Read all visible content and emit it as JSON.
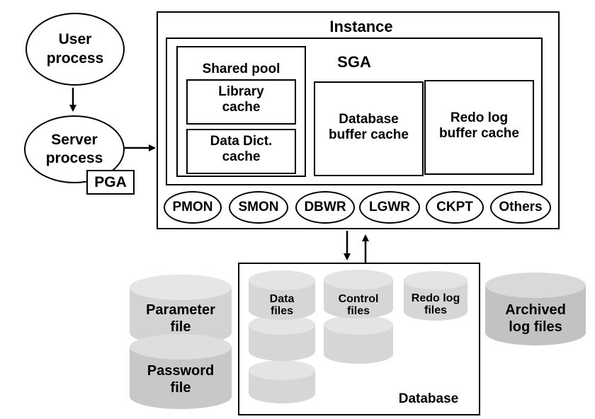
{
  "user_process": {
    "line1": "User",
    "line2": "process"
  },
  "server_process": {
    "line1": "Server",
    "line2": "process"
  },
  "pga": "PGA",
  "instance": {
    "title": "Instance",
    "sga": {
      "title": "SGA",
      "shared_pool": {
        "title": "Shared pool",
        "library_cache": {
          "line1": "Library",
          "line2": "cache"
        },
        "data_dict_cache": {
          "line1": "Data Dict.",
          "line2": "cache"
        }
      },
      "database_buffer_cache": {
        "line1": "Database",
        "line2": "buffer cache"
      },
      "redo_log_buffer_cache": {
        "line1": "Redo log",
        "line2": "buffer cache"
      }
    },
    "background_processes": [
      "PMON",
      "SMON",
      "DBWR",
      "LGWR",
      "CKPT",
      "Others"
    ]
  },
  "database": {
    "title": "Database",
    "data_files": {
      "line1": "Data",
      "line2": "files"
    },
    "control_files": {
      "line1": "Control",
      "line2": "files"
    },
    "redo_log_files": {
      "line1": "Redo log",
      "line2": "files"
    }
  },
  "parameter_file": {
    "line1": "Parameter",
    "line2": "file"
  },
  "password_file": {
    "line1": "Password",
    "line2": "file"
  },
  "archived_log_files": {
    "line1": "Archived",
    "line2": "log files"
  },
  "colors": {
    "cylinder_fill": "#d9d9d9",
    "cylinder_top": "#e3e3e3",
    "archived_fill": "#c4c4c4"
  }
}
